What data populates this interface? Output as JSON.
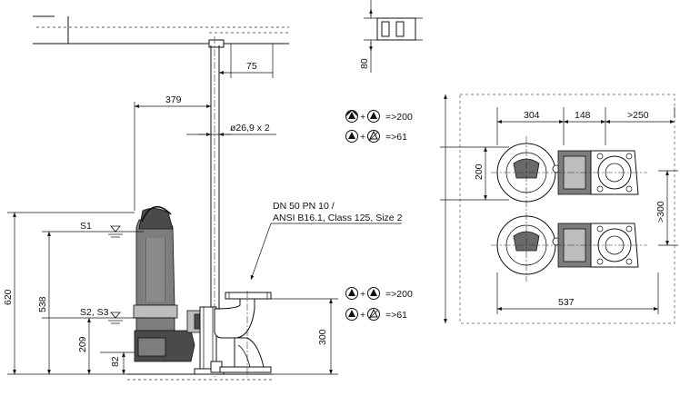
{
  "dimensions": {
    "d75": "75",
    "d379": "379",
    "pipe": "ø26,9 x 2",
    "d80": "80",
    "d620": "620",
    "d538": "538",
    "d209": "209",
    "d82": "82",
    "d300": "300",
    "d304": "304",
    "d148": "148",
    "d250": ">250",
    "d200": "200",
    "d300b": ">300",
    "d537": "537"
  },
  "levels": {
    "s1": "S1",
    "s2s3": "S2, S3"
  },
  "connection": {
    "line1": "DN 50 PN 10 /",
    "line2": "ANSI B16.1, Class 125, Size 2"
  },
  "legend": {
    "row1_value": "=>200",
    "row2_value": "=>61",
    "row3_value": "=>200",
    "row4_value": "=>61"
  }
}
